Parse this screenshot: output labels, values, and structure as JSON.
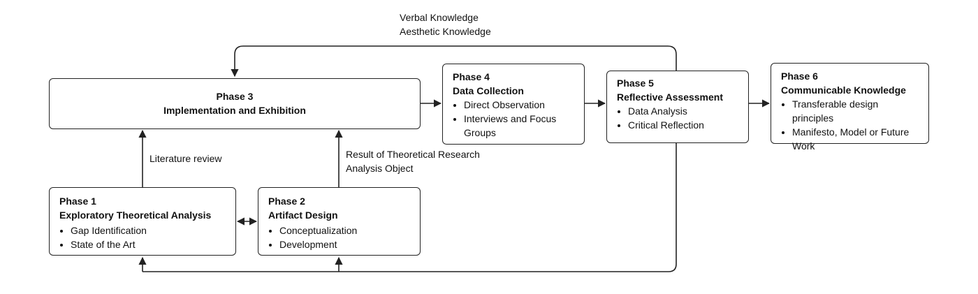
{
  "phases": [
    {
      "label": "Phase 1",
      "name": "Exploratory Theoretical Analysis",
      "items": [
        "Gap Identification",
        "State of the Art"
      ]
    },
    {
      "label": "Phase 2",
      "name": "Artifact Design",
      "items": [
        "Conceptualization",
        "Development"
      ]
    },
    {
      "label": "Phase 3",
      "name": "Implementation and Exhibition",
      "items": []
    },
    {
      "label": "Phase 4",
      "name": "Data Collection",
      "items": [
        "Direct Observation",
        "Interviews and Focus Groups"
      ]
    },
    {
      "label": "Phase 5",
      "name": "Reflective Assessment",
      "items": [
        "Data Analysis",
        "Critical Reflection"
      ]
    },
    {
      "label": "Phase 6",
      "name": "Communicable Knowledge",
      "items": [
        "Transferable design principles",
        "Manifesto, Model or Future Work"
      ]
    }
  ],
  "connectors": {
    "top_loop_line1": "Verbal Knowledge",
    "top_loop_line2": "Aesthetic Knowledge",
    "phase1_to_phase3": "Literature review",
    "phase2_to_phase3_line1": "Result of Theoretical Research",
    "phase2_to_phase3_line2": "Analysis Object"
  }
}
